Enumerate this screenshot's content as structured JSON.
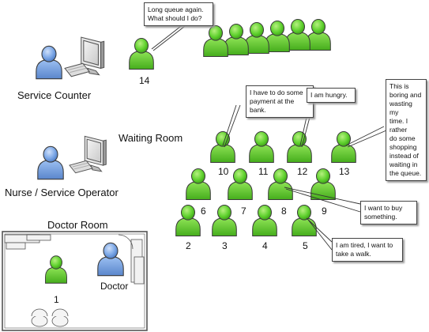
{
  "labels": {
    "service_counter": "Service Counter",
    "waiting_room": "Waiting Room",
    "nurse": "Nurse / Service Operator",
    "doctor_room": "Doctor Room",
    "doctor": "Doctor"
  },
  "numbers": {
    "n1": "1",
    "n2": "2",
    "n3": "3",
    "n4": "4",
    "n5": "5",
    "n6": "6",
    "n7": "7",
    "n8": "8",
    "n9": "9",
    "n10": "10",
    "n11": "11",
    "n12": "12",
    "n13": "13",
    "n14": "14"
  },
  "bubbles": {
    "b14": "Long queue again.\nWhat should I do?",
    "b10": "I have to do some\npayment at the bank.",
    "b12": "I am hungry.",
    "b13": "This is\nboring and\nwasting my\ntime. I rather\ndo some\nshopping\ninstead of\nwaiting in\nthe queue.",
    "b8": "I want to buy\nsomething.",
    "b5": "I am tired, I want to\ntake a walk."
  },
  "colors": {
    "patient_green": "#5fd12e",
    "staff_blue": "#6f9fe0",
    "outline": "#3a3a3a"
  }
}
